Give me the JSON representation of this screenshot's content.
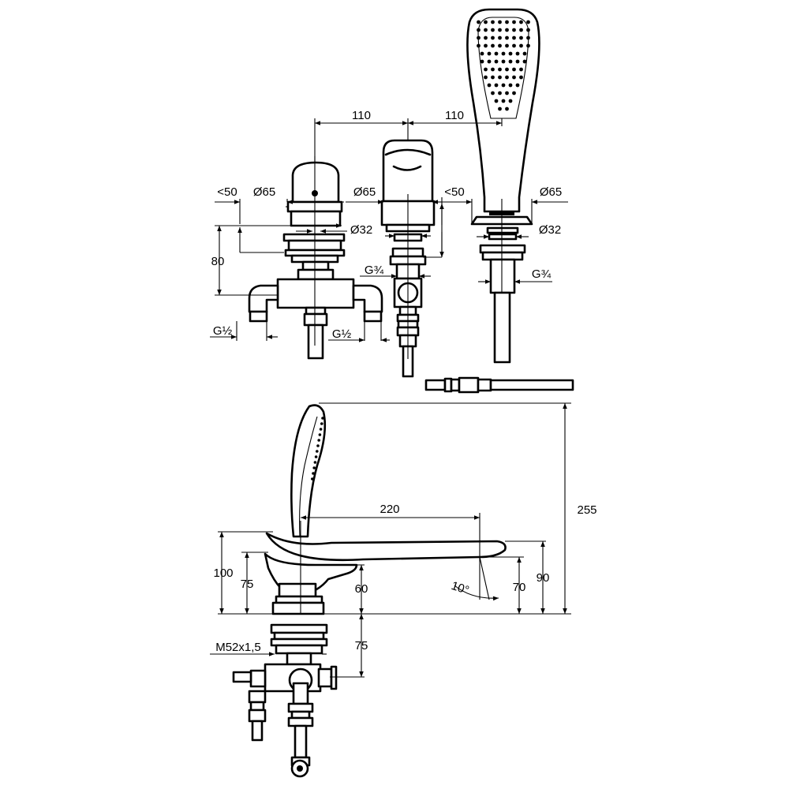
{
  "drawing": {
    "top_view": {
      "spacing_left": "110",
      "spacing_right": "110",
      "mixer": {
        "setback": "<50",
        "diameter": "Ø65",
        "hole": "Ø32",
        "height": "80",
        "inlet_left": "G½",
        "inlet_right": "G½"
      },
      "spout": {
        "diameter": "Ø65",
        "setback": "<50",
        "thread": "G¾"
      },
      "shower": {
        "diameter": "Ø65",
        "hole": "Ø32",
        "thread": "G¾"
      }
    },
    "side_view": {
      "projection": "220",
      "total_height": "255",
      "height_lever": "100",
      "height_body": "75",
      "height_spout_base": "60",
      "height_outlet": "70",
      "height_spout_top": "90",
      "angle": "10°",
      "thread": "M52x1,5",
      "below_deck": "75"
    }
  }
}
